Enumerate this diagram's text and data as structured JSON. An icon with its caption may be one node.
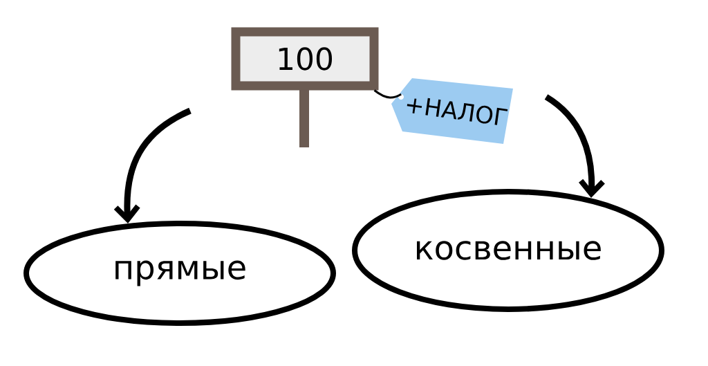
{
  "diagram": {
    "nodes": [
      {
        "text": [
          "100"
        ]
      },
      {
        "text": [
          "+НАЛОГ"
        ]
      },
      {
        "text": [
          "прямые"
        ]
      },
      {
        "text": [
          "косвенные"
        ]
      }
    ],
    "edges": [
      {
        "from": 0,
        "to": 1,
        "arrow": "none"
      },
      {
        "from": null,
        "to": 2,
        "arrow": "to"
      },
      {
        "from": null,
        "to": 3,
        "arrow": "to"
      }
    ]
  }
}
